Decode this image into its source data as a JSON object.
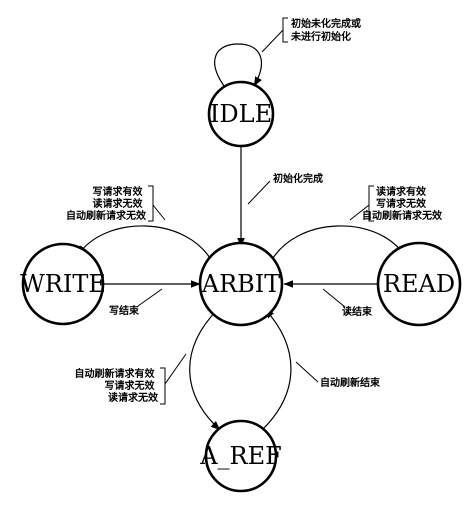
{
  "states": {
    "idle": "IDLE",
    "arbit": "ARBIT",
    "write": "WRITE",
    "read": "READ",
    "aref": "A_REF"
  },
  "transitions": {
    "idle_self": [
      "初始未化完成或",
      "未进行初始化"
    ],
    "idle_to_arbit": [
      "初始化完成"
    ],
    "arbit_to_write": [
      "写请求有效",
      "读请求无效",
      "自动刷新请求无效"
    ],
    "write_to_arbit": [
      "写结束"
    ],
    "arbit_to_read": [
      "读请求有效",
      "写请求无效",
      "自动刷新请求无效"
    ],
    "read_to_arbit": [
      "读结束"
    ],
    "arbit_to_aref": [
      "自动刷新请求有效",
      "写请求无效",
      "读请求无效"
    ],
    "aref_to_arbit": [
      "自动刷新结束"
    ]
  }
}
